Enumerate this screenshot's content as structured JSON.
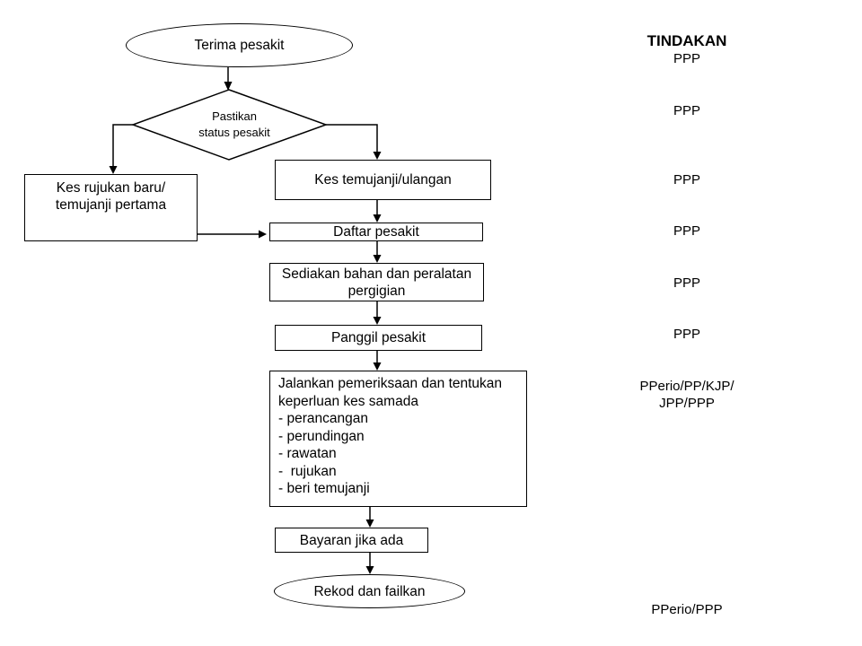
{
  "colors": {
    "background": "#ffffff",
    "line": "#000000",
    "text": "#000000"
  },
  "actions": {
    "header": "TINDAKAN",
    "items": [
      "PPP",
      "PPP",
      "PPP",
      "PPP",
      "PPP",
      "PPP",
      "PPerio/PP/KJP/\nJPP/PPP",
      "PPerio/PPP"
    ]
  },
  "nodes": {
    "start": "Terima pesakit",
    "decision": "Pastikan\nstatus pesakit",
    "left_branch": "Kes rujukan baru/\ntemujanji pertama",
    "right_branch": "Kes temujanji/ulangan",
    "register": "Daftar pesakit",
    "prepare": "Sediakan bahan dan peralatan\npergigian",
    "call": "Panggil pesakit",
    "examine": "Jalankan pemeriksaan dan tentukan\nkeperluan kes samada\n- perancangan\n- perundingan\n- rawatan\n-  rujukan\n- beri temujanji",
    "payment": "Bayaran jika ada",
    "end": "Rekod dan failkan"
  }
}
